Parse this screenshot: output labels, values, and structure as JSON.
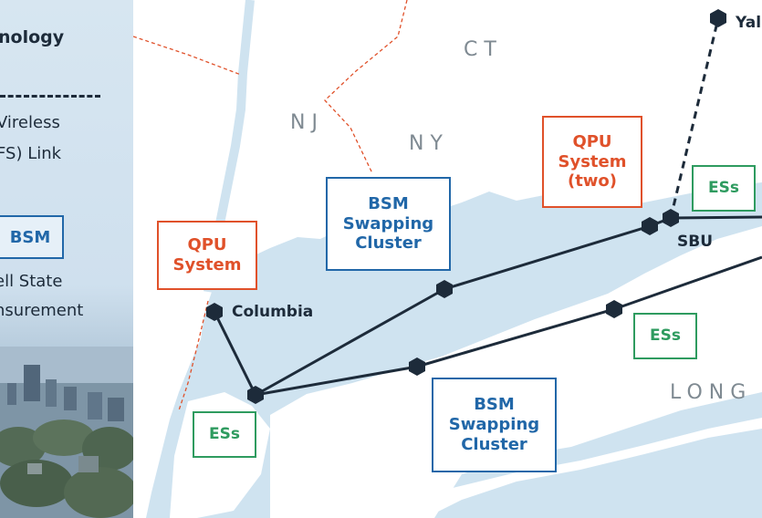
{
  "legend": {
    "title": "nology",
    "fso_line1": "Vireless",
    "fso_line2": "FS) Link",
    "bsm_badge": "BSM",
    "bsm_line1": "ell State",
    "bsm_line2": "nsurement"
  },
  "regions": {
    "nj": "NJ",
    "ny": "NY",
    "ct": "CT",
    "long": "LONG"
  },
  "nodes": {
    "columbia": "Columbia",
    "sbu": "SBU",
    "yale": "Yal"
  },
  "boxes": {
    "qpu_system": [
      "QPU",
      "System"
    ],
    "qpu_system_two": [
      "QPU",
      "System",
      "(two)"
    ],
    "bsm_cluster_north": [
      "BSM",
      "Swapping",
      "Cluster"
    ],
    "bsm_cluster_south": [
      "BSM",
      "Swapping",
      "Cluster"
    ],
    "ess_east_top": "ESs",
    "ess_east_mid": "ESs",
    "ess_west": "ESs"
  },
  "colors": {
    "qpu": "#e0512a",
    "bsm": "#2167a8",
    "ess": "#2e9b5f",
    "water": "#cfe3f0",
    "land": "#ffffff",
    "link": "#1d2b3a",
    "state_border": "#e0512a"
  }
}
